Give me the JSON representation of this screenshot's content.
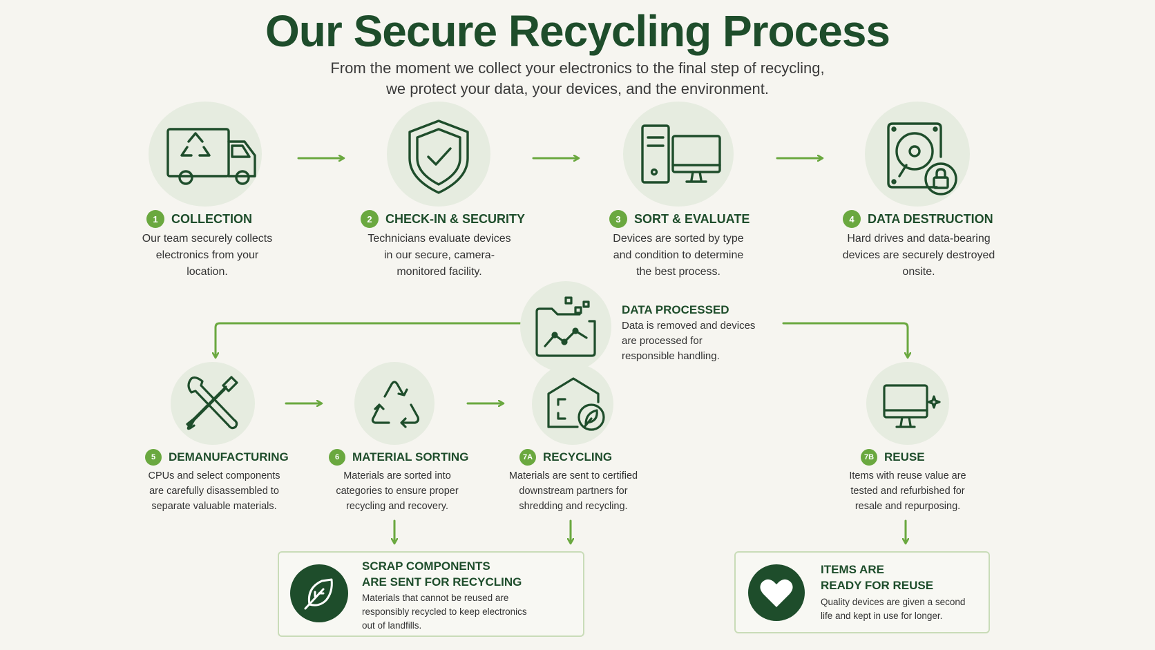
{
  "title": "Our Secure Recycling Process",
  "subtitle_line1": "From the moment we collect your electronics to the final step of recycling,",
  "subtitle_line2": "we protect your data, your devices, and the environment.",
  "colors": {
    "dark_green": "#1e4d2b",
    "accent_green": "#6aa83f",
    "circle_bg": "#e6ece0",
    "background": "#f6f5f0"
  },
  "steps": [
    {
      "number": "1",
      "label": "COLLECTION",
      "icon": "recycling-truck-icon",
      "desc": [
        "Our team securely collects",
        "electronics from your",
        "location."
      ]
    },
    {
      "number": "2",
      "label": "CHECK-IN & SECURITY",
      "icon": "shield-check-icon",
      "desc": [
        "Technicians evaluate devices",
        "in our secure, camera-",
        "monitored facility."
      ]
    },
    {
      "number": "3",
      "label": "SORT & EVALUATE",
      "icon": "computer-tower-monitor-icon",
      "desc": [
        "Devices are sorted by type",
        "and condition to determine",
        "the best process."
      ]
    },
    {
      "number": "4",
      "label": "DATA DESTRUCTION",
      "icon": "hard-drive-lock-icon",
      "desc": [
        "Hard drives and data-bearing",
        "devices are securely destroyed",
        "onsite."
      ]
    },
    {
      "number": "5",
      "label": "DEMANUFACTURING",
      "icon": "wrench-screwdriver-icon",
      "desc": [
        "CPUs and select components",
        "are carefully disassembled to",
        "separate valuable materials."
      ]
    },
    {
      "number": "6",
      "label": "MATERIAL SORTING",
      "icon": "recycle-arrows-icon",
      "desc": [
        "Materials are sorted into",
        "categories to ensure proper",
        "recycling and recovery."
      ]
    },
    {
      "number": "7A",
      "label": "RECYCLING",
      "icon": "eco-facility-leaf-icon",
      "desc": [
        "Materials are sent to certified",
        "downstream partners for",
        "shredding and recycling."
      ]
    },
    {
      "number": "7B",
      "label": "REUSE",
      "icon": "monitor-sparkle-icon",
      "desc": [
        "Items with reuse value are",
        "tested and refurbished for",
        "resale and repurposing."
      ]
    }
  ],
  "data_processed": {
    "label": "DATA PROCESSED",
    "icon": "folder-data-chart-icon",
    "desc": [
      "Data is removed and devices",
      "are processed for",
      "responsible handling."
    ]
  },
  "outcomes": [
    {
      "icon": "leaf-icon",
      "title": [
        "SCRAP COMPONENTS",
        "ARE SENT FOR RECYCLING"
      ],
      "desc": [
        "Materials that cannot be reused are",
        "responsibly recycled to keep electronics",
        "out of landfills."
      ]
    },
    {
      "icon": "heart-icon",
      "title": [
        "ITEMS ARE",
        "READY FOR REUSE"
      ],
      "desc": [
        "Quality devices are given a second",
        "life and kept in use for longer."
      ]
    }
  ]
}
